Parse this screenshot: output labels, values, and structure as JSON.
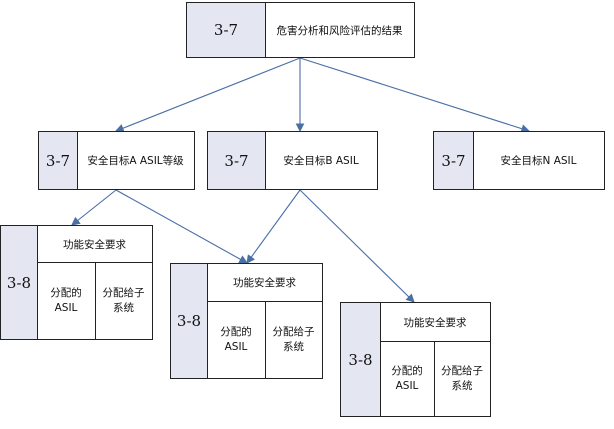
{
  "root": {
    "id": "3-7",
    "label": "危害分析和风险评估的结果"
  },
  "goals": [
    {
      "id": "3-7",
      "label": "安全目标A ASIL等级"
    },
    {
      "id": "3-7",
      "label": "安全目标B ASIL"
    },
    {
      "id": "3-7",
      "label": "安全目标N ASIL"
    }
  ],
  "requirements": [
    {
      "id": "3-8",
      "title": "功能安全要求",
      "left": "分配的\nASIL",
      "right": "分配给子\n系统"
    },
    {
      "id": "3-8",
      "title": "功能安全要求",
      "left": "分配的\nASIL",
      "right": "分配给子\n系统"
    },
    {
      "id": "3-8",
      "title": "功能安全要求",
      "left": "分配的\nASIL",
      "right": "分配给子\n系统"
    }
  ],
  "colors": {
    "arrow": "#4a6fa5",
    "id_fill": "#e4e6f2",
    "border": "#222222"
  }
}
